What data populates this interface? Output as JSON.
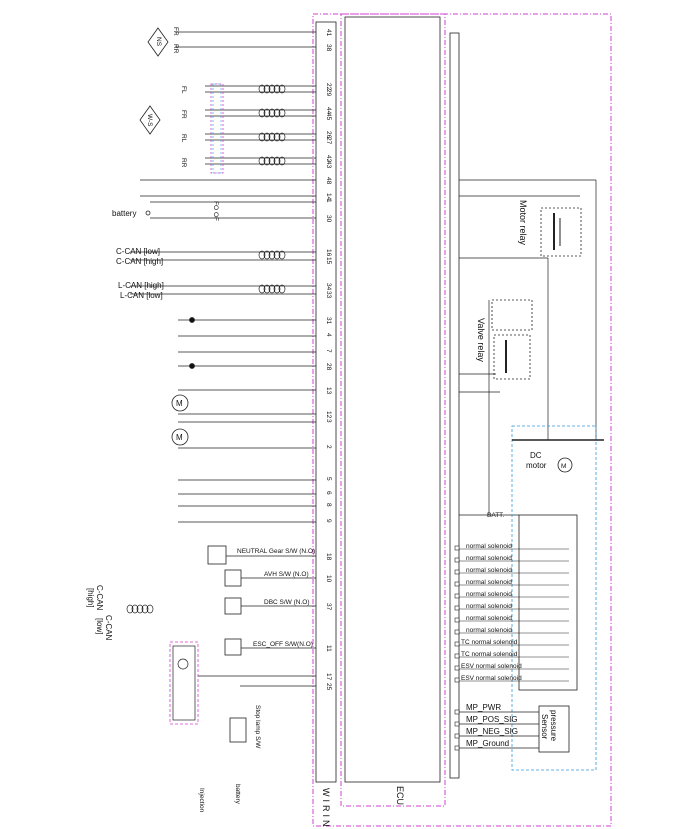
{
  "left_labels": {
    "fr": "FR",
    "rr": "RR",
    "fl": "FL",
    "fr2": "FR",
    "rl": "RL",
    "rr2": "RR",
    "battery": "battery",
    "fo": "FO",
    "of": "OF",
    "ccan_low": "C-CAN [low]",
    "ccan_high": "C-CAN [high]",
    "lcan_high": "L-CAN [high]",
    "lcan_low": "L-CAN [low]"
  },
  "switches": {
    "neutral": "NEUTRAL Gear S/W (N.O)",
    "avh": "AVH  S/W (N.O)",
    "dbc": "DBC S/W (N.O)",
    "esc_off": "ESC_OFF S/W(N.O)",
    "stop_lamp": "Stop lamp S/W",
    "battery_bottom": "battery",
    "injection": "Injection"
  },
  "ccan_vertical": {
    "c1": "C-CAN",
    "c2": "[high]",
    "c3": "C-CAN",
    "c4": "[low]"
  },
  "pins": [
    "41",
    "38",
    "22",
    "29",
    "44",
    "45",
    "26",
    "27",
    "42",
    "43",
    "48",
    "14",
    "1",
    "30",
    "16",
    "15",
    "34",
    "33",
    "31",
    "4",
    "7",
    "28",
    "13",
    "12",
    "3",
    "2",
    "5",
    "6",
    "8",
    "9",
    "18",
    "10",
    "37",
    "11",
    "17",
    "25"
  ],
  "relays": {
    "motor": "Motor relay",
    "valve": "Valve relay",
    "dc_motor_1": "DC",
    "dc_motor_2": "motor"
  },
  "solenoids": {
    "batt": "BATT.",
    "items": [
      "normal solenoid",
      "normal solenoid",
      "normal solenoid",
      "normal solenoid",
      "normal solenoid",
      "normal solenoid",
      "normal solenoid",
      "normal solenoid",
      "TC normal solenoid",
      "TC normal solenoid",
      "ESV normal solenoid",
      "ESV normal solenoid"
    ]
  },
  "pressure": {
    "lines": [
      "MP_PWR",
      "MP_POS_SIG",
      "MP_NEG_SIG",
      "MP_Ground"
    ],
    "sensor_1": "pressure",
    "sensor_2": "Sensor"
  },
  "footer": {
    "wiring": "WIRING",
    "ecu": "ECU"
  },
  "colors": {
    "ecu_border": "#d040d0",
    "sensor_border": "#3399dd",
    "line": "#222222"
  }
}
